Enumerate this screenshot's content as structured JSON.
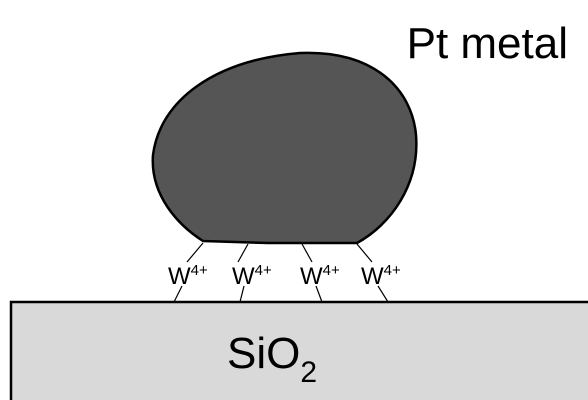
{
  "diagram": {
    "metal_label": "Pt metal",
    "substrate": {
      "label_base": "SiO",
      "label_subscript": "2"
    },
    "ions": [
      {
        "element": "W",
        "charge": "4+"
      },
      {
        "element": "W",
        "charge": "4+"
      },
      {
        "element": "W",
        "charge": "4+"
      },
      {
        "element": "W",
        "charge": "4+"
      }
    ],
    "colors": {
      "particle_fill": "#555555",
      "substrate_fill": "#d9d9d9",
      "outline": "#000000"
    }
  }
}
